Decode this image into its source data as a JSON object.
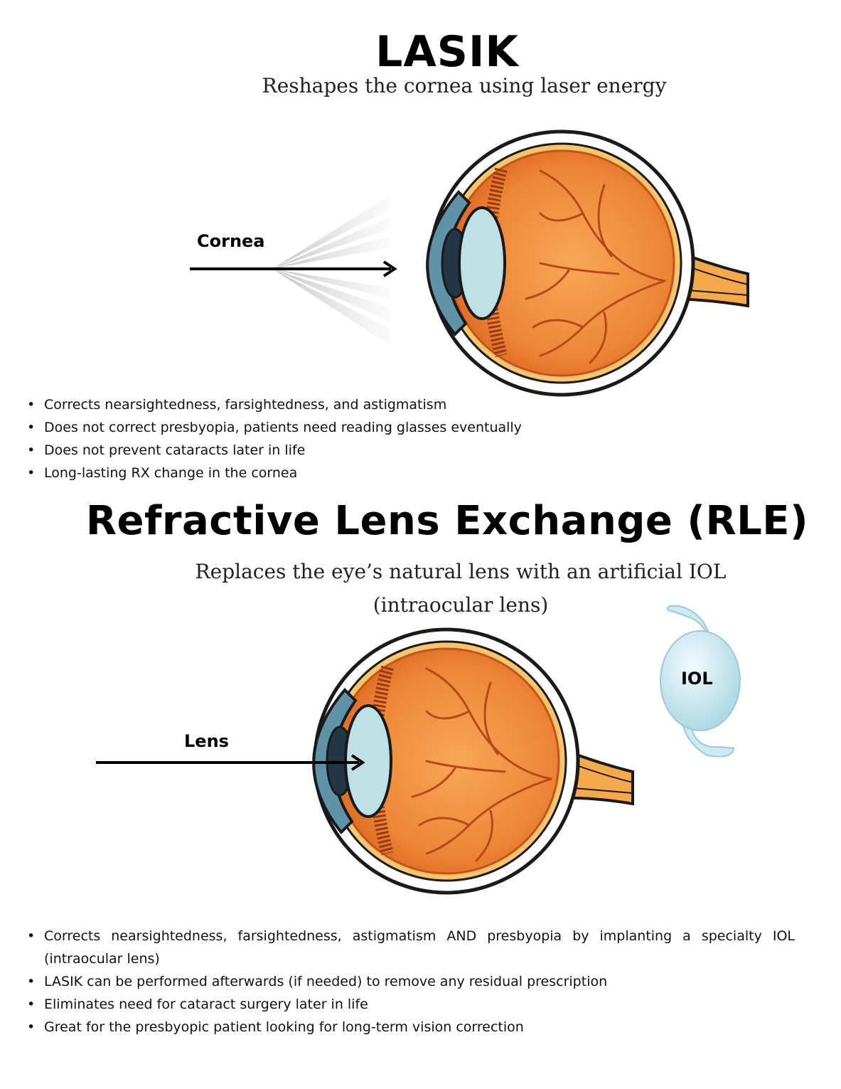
{
  "lasik": {
    "title": "LASIK",
    "subtitle": "Reshapes the cornea using laser energy",
    "pointer_label": "Cornea",
    "bullets": [
      "Corrects nearsightedness, farsightedness, and astigmatism",
      "Does not correct presbyopia, patients need reading glasses eventually",
      "Does not prevent cataracts later in life",
      "Long-lasting RX change in the cornea"
    ]
  },
  "rle": {
    "title": "Refractive Lens Exchange (RLE)",
    "subtitle_line1": "Replaces the eye’s natural lens with an artificial IOL",
    "subtitle_line2": "(intraocular lens)",
    "pointer_label": "Lens",
    "iol_label": "IOL",
    "bullets": [
      "Corrects nearsightedness, farsightedness, astigmatism AND presbyopia by implanting a specialty IOL (intraocular lens)",
      "LASIK can be performed afterwards (if needed) to remove any residual prescription",
      "Eliminates need for cataract surgery later in life",
      "Great for the presbyopic patient looking for long-term vision correction"
    ]
  },
  "colors": {
    "eyeball_orange": "#e8782a",
    "eyeball_inner": "#f39a4a",
    "vessel": "#b8471c",
    "cornea_blue": "#5e93a8",
    "lens_light": "#bfe0e4",
    "iol_blue": "#cfe9f0",
    "outline": "#1a1a1a"
  }
}
